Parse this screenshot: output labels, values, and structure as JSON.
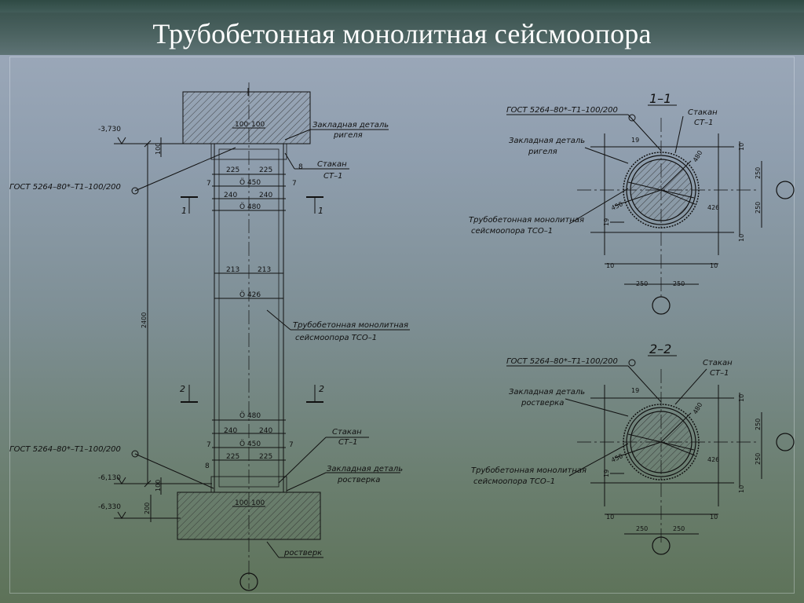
{
  "title": "Трубобетонная монолитная сейсмоопора",
  "colors": {
    "line": "#111111",
    "hatch": "#2a2a2a",
    "title": "#ffffff"
  },
  "elevation": {
    "labels": {
      "gost_top": "ГОСТ 5264–80*–Т1–100/200",
      "gost_bottom": "ГОСТ 5264–80*–Т1–100/200",
      "zakl_rigel_1": "Закладная деталь",
      "zakl_rigel_2": "ригеля",
      "stakan_top_1": "Стакан",
      "stakan_top_2": "СТ–1",
      "tso_1": "Трубобетонная монолитная",
      "tso_2": "сейсмоопора ТСО–1",
      "stakan_bot_1": "Стакан",
      "stakan_bot_2": "СТ–1",
      "zakl_rost_1": "Закладная деталь",
      "zakl_rost_2": "ростверка",
      "rostverk": "ростверк"
    },
    "levels": {
      "top": "-3,730",
      "mid": "-6,130",
      "bot": "-6,330"
    },
    "dims": {
      "d100a": "100",
      "d100b": "100",
      "d100c": "100",
      "d100d": "100",
      "v100_top": "100",
      "v100_bot": "100",
      "v200": "200",
      "v2400": "2400",
      "d225a": "225",
      "d225b": "225",
      "d7a": "7",
      "d7b": "7",
      "d8a": "8",
      "diam450a": "Ö 450",
      "d240a": "240",
      "d240b": "240",
      "diam480a": "Ö 480",
      "d213a": "213",
      "d213b": "213",
      "diam426": "Ö 426",
      "diam480b": "Ö 480",
      "d240c": "240",
      "d240d": "240",
      "d7c": "7",
      "d7d": "7",
      "diam450b": "Ö 450",
      "d225c": "225",
      "d225d": "225",
      "d8b": "8"
    },
    "section_marks": {
      "s1l": "1",
      "s1r": "1",
      "s2l": "2",
      "s2r": "2"
    }
  },
  "section11": {
    "title": "1–1",
    "labels": {
      "gost": "ГОСТ 5264–80*–Т1–100/200",
      "stakan_1": "Стакан",
      "stakan_2": "СТ–1",
      "zakl_1": "Закладная деталь",
      "zakl_2": "ригеля",
      "tso_1": "Трубобетонная монолитная",
      "tso_2": "сейсмоопора ТСО–1"
    },
    "dims": {
      "d19a": "19",
      "d480": "480",
      "d426": "426",
      "d450": "450",
      "d19b": "19",
      "r10a": "10",
      "r250a": "250",
      "r250b": "250",
      "r10b": "10",
      "b10a": "10",
      "b10b": "10",
      "b250a": "250",
      "b250b": "250"
    }
  },
  "section22": {
    "title": "2–2",
    "labels": {
      "gost": "ГОСТ 5264–80*–Т1–100/200",
      "stakan_1": "Стакан",
      "stakan_2": "СТ–1",
      "zakl_1": "Закладная деталь",
      "zakl_2": "ростверка",
      "tso_1": "Трубобетонная монолитная",
      "tso_2": "сейсмоопора ТСО–1"
    },
    "dims": {
      "d19a": "19",
      "d480": "480",
      "d426": "426",
      "d450": "450",
      "d19b": "19",
      "r10a": "10",
      "r250a": "250",
      "r250b": "250",
      "r10b": "10",
      "b10a": "10",
      "b10b": "10",
      "b250a": "250",
      "b250b": "250"
    }
  }
}
